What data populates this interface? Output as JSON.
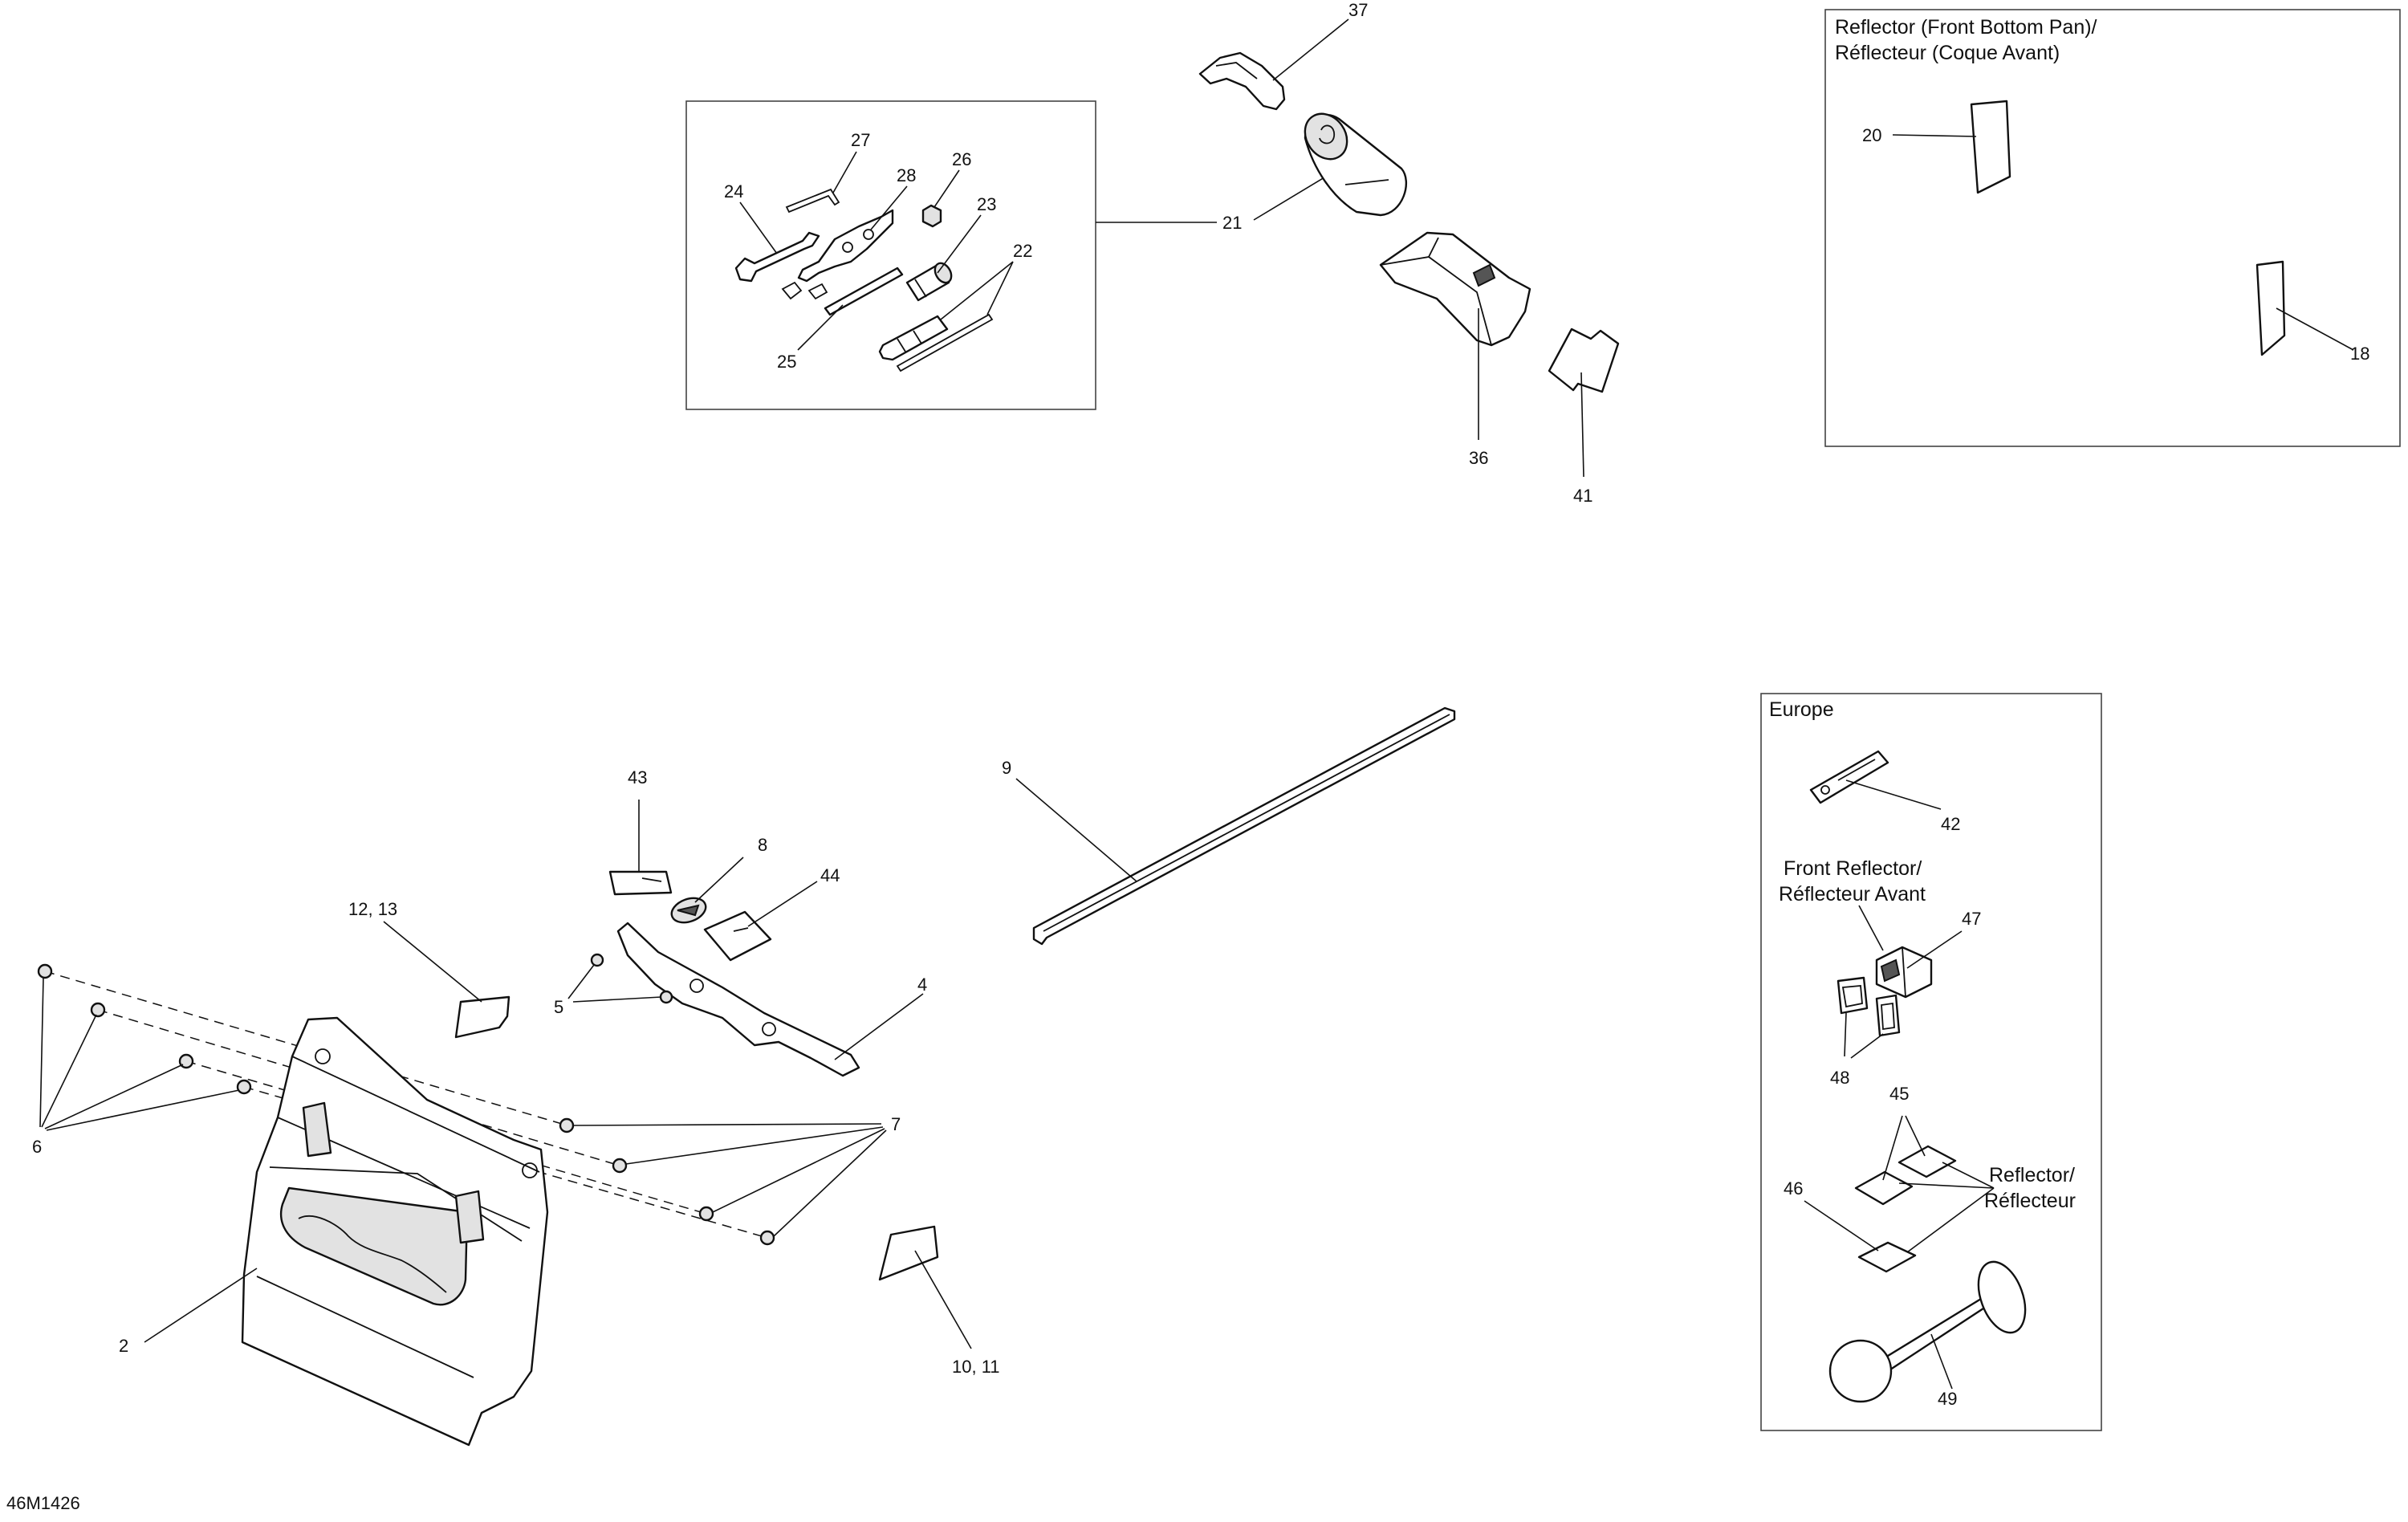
{
  "drawing_id": "46M1426",
  "callouts": {
    "c2": "2",
    "c4": "4",
    "c5": "5",
    "c6": "6",
    "c7": "7",
    "c8": "8",
    "c9": "9",
    "c10_11": "10, 11",
    "c12_13": "12, 13",
    "c18": "18",
    "c20": "20",
    "c21": "21",
    "c22": "22",
    "c23": "23",
    "c24": "24",
    "c25": "25",
    "c26": "26",
    "c27": "27",
    "c28": "28",
    "c36": "36",
    "c37": "37",
    "c41": "41",
    "c42": "42",
    "c43": "43",
    "c44": "44",
    "c45": "45",
    "c46": "46",
    "c47": "47",
    "c48": "48",
    "c49": "49"
  },
  "boxes": {
    "front_pan": {
      "title_line1": "Reflector (Front Bottom Pan)/",
      "title_line2": "Réflecteur (Coque Avant)"
    },
    "europe": {
      "title": "Europe",
      "front_reflector_line1": "Front Reflector/",
      "front_reflector_line2": "Réflecteur Avant",
      "reflector_line1": "Reflector/",
      "reflector_line2": "Réflecteur"
    }
  }
}
